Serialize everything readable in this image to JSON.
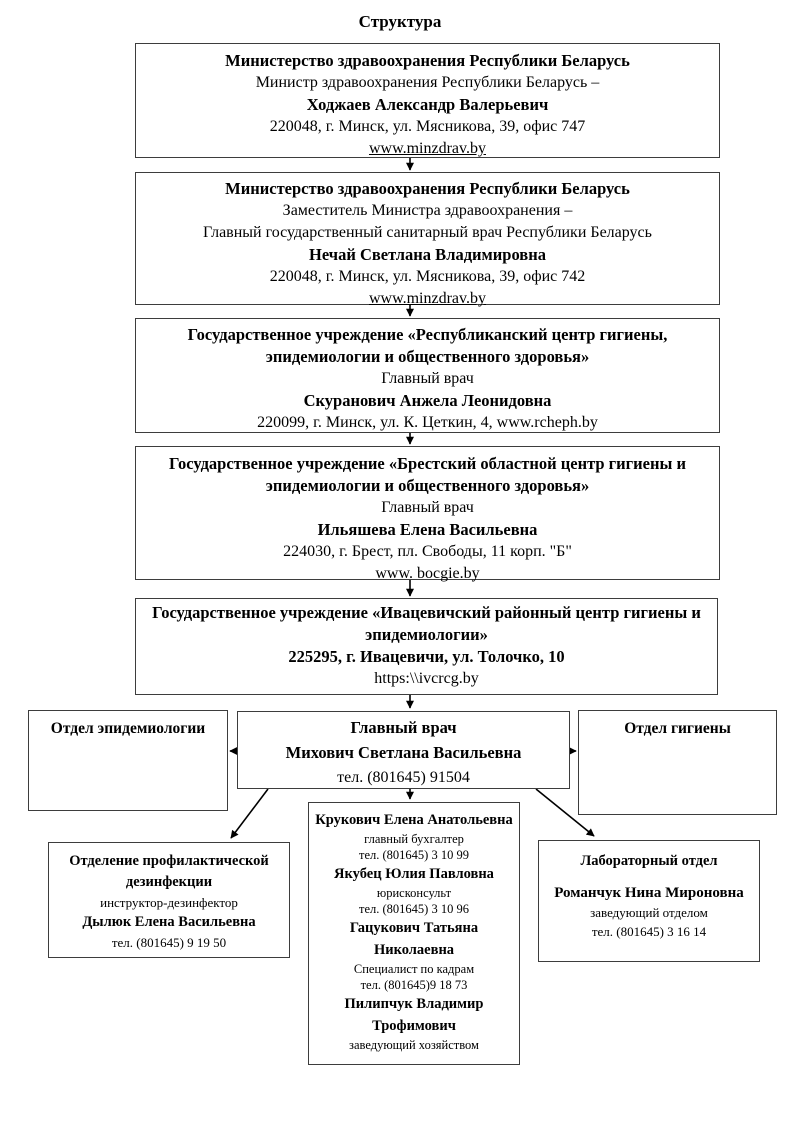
{
  "title": "Структура",
  "colors": {
    "text": "#000000",
    "border": "#3d3d3d",
    "background": "#ffffff"
  },
  "boxes": {
    "ministry1": {
      "org": "Министерство здравоохранения Республики Беларусь",
      "position": "Министр здравоохранения Республики Беларусь –",
      "name": "Ходжаев Александр Валерьевич",
      "address": "220048, г. Минск, ул. Мясникова, 39, офис 747",
      "url": "www.minzdrav.by"
    },
    "ministry2": {
      "org": "Министерство здравоохранения Республики Беларусь",
      "position1": "Заместитель Министра здравоохранения –",
      "position2": "Главный государственный санитарный врач Республики Беларусь",
      "name": "Нечай Светлана Владимировна",
      "address": "220048, г. Минск, ул. Мясникова, 39, офис 742",
      "url": "www.minzdrav.by"
    },
    "republican_center": {
      "org": "Государственное учреждение «Республиканский центр гигиены, эпидемиологии и общественного здоровья»",
      "position": "Главный врач",
      "name": "Скуранович Анжела Леонидовна",
      "address": "220099, г. Минск, ул. К. Цеткин, 4, www.rcheph.by"
    },
    "brest_center": {
      "org": "Государственное учреждение «Брестский областной центр гигиены и эпидемиологии и общественного здоровья»",
      "position": "Главный врач",
      "name": "Ильяшева Елена Васильевна",
      "address": "224030, г. Брест, пл. Свободы, 11 корп. \"Б\"",
      "url": "www. bocgie.by"
    },
    "ivacevichi_center": {
      "org": "Государственное учреждение «Ивацевичский районный центр гигиены и эпидемиологии»",
      "address": "225295, г. Ивацевичи, ул. Толочко, 10",
      "url": "https:\\\\ivcrcg.by"
    },
    "epidemiology_dept": {
      "title": "Отдел эпидемиологии"
    },
    "chief_doctor": {
      "position": "Главный врач",
      "name": "Михович Светлана Васильевна",
      "phone": "тел. (801645) 91504"
    },
    "hygiene_dept": {
      "title": "Отдел гигиены"
    },
    "disinfection_dept": {
      "title": "Отделение профилактической дезинфекции",
      "position": "инструктор-дезинфектор",
      "name": "Дылюк Елена Васильевна",
      "phone": "тел. (801645) 9 19 50"
    },
    "staff": {
      "members": [
        {
          "name": "Крукович Елена Анатольевна",
          "position": "главный бухгалтер",
          "phone": "тел. (801645) 3 10 99"
        },
        {
          "name": "Якубец Юлия Павловна",
          "position": "юрисконсульт",
          "phone": "тел. (801645) 3 10 96"
        },
        {
          "name": "Гацукович Татьяна Николаевна",
          "position": "Специалист по кадрам",
          "phone": "тел. (801645)9 18 73"
        },
        {
          "name": "Пилипчук Владимир Трофимович",
          "position": "заведующий хозяйством"
        }
      ]
    },
    "laboratory_dept": {
      "title": "Лабораторный отдел",
      "name": "Романчук Нина Мироновна",
      "position": "заведующий отделом",
      "phone": "тел. (801645) 3 16 14"
    }
  }
}
